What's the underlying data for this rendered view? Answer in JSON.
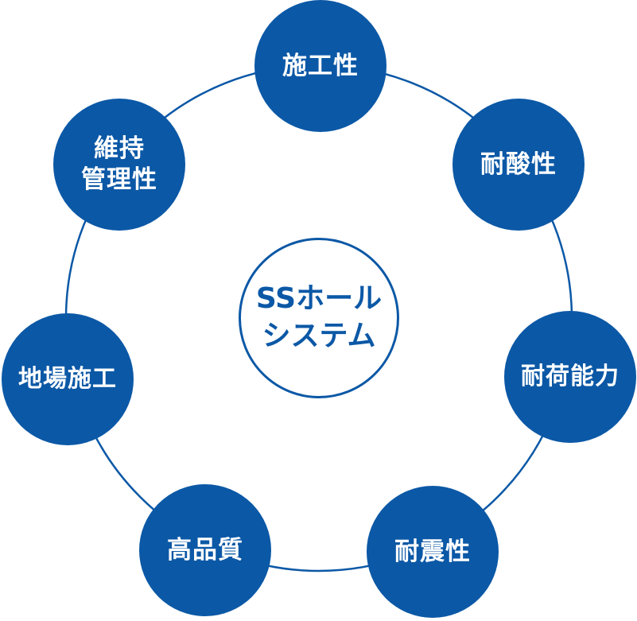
{
  "diagram": {
    "center": {
      "label": "SSホール\nシステム"
    },
    "nodes": [
      {
        "label": "施工性"
      },
      {
        "label": "耐酸性"
      },
      {
        "label": "耐荷能力"
      },
      {
        "label": "耐震性"
      },
      {
        "label": "高品質"
      },
      {
        "label": "地場施工"
      },
      {
        "label": "維持\n管理性"
      }
    ],
    "color": "#0b58a6"
  }
}
